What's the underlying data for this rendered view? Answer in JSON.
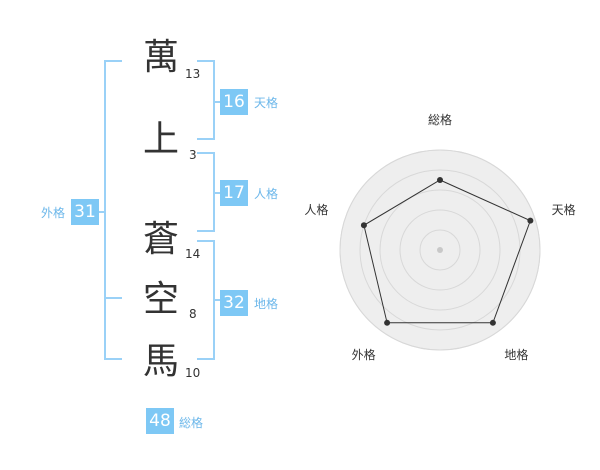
{
  "name": {
    "chars": [
      {
        "char": "萬",
        "strokes": "13"
      },
      {
        "char": "上",
        "strokes": "3"
      },
      {
        "char": "蒼",
        "strokes": "14"
      },
      {
        "char": "空",
        "strokes": "8"
      },
      {
        "char": "馬",
        "strokes": "10"
      }
    ]
  },
  "fortune": {
    "tenkaku": {
      "value": "16",
      "label": "天格"
    },
    "jinkaku": {
      "value": "17",
      "label": "人格"
    },
    "chikaku": {
      "value": "32",
      "label": "地格"
    },
    "gaikaku": {
      "value": "31",
      "label": "外格"
    },
    "soukaku": {
      "value": "48",
      "label": "総格"
    }
  },
  "colors": {
    "accent": "#7ec8f5",
    "bracket": "#9ad1f7",
    "text": "#333333"
  },
  "chart_data": {
    "type": "radar",
    "axes": [
      "総格",
      "天格",
      "地格",
      "外格",
      "人格"
    ],
    "values": [
      0.7,
      0.95,
      0.9,
      0.9,
      0.8
    ],
    "max": 1,
    "rings": 5
  }
}
